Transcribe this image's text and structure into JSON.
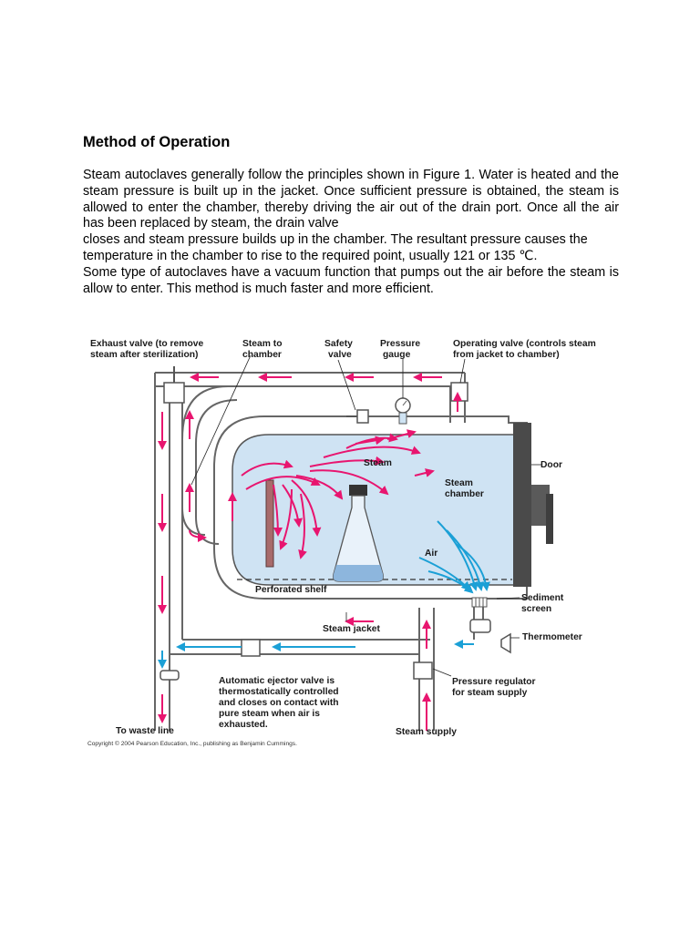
{
  "heading": "Method of Operation",
  "paragraphs": [
    "Steam autoclaves generally follow the principles shown in Figure 1. Water is heated and the steam pressure is built up in the jacket. Once sufficient pressure is obtained, the steam is allowed to enter the chamber, thereby driving the air out of the drain port. Once all the air has been replaced by steam, the drain valve",
    "closes and steam pressure builds up in the chamber. The resultant pressure causes the temperature in the chamber to rise to the required point, usually 121 or 135 ℃.",
    "Some type of autoclaves have a vacuum function that pumps out the air before the steam is allow to enter. This method is much faster and more efficient."
  ],
  "figure": {
    "labels": {
      "exhaust_valve_1": "Exhaust valve (to remove",
      "exhaust_valve_2": "steam after sterilization)",
      "steam_to_chamber_1": "Steam to",
      "steam_to_chamber_2": "chamber",
      "safety_valve_1": "Safety",
      "safety_valve_2": "valve",
      "pressure_gauge_1": "Pressure",
      "pressure_gauge_2": "gauge",
      "operating_valve_1": "Operating valve (controls steam",
      "operating_valve_2": "from jacket to chamber)",
      "steam": "Steam",
      "steam_chamber_1": "Steam",
      "steam_chamber_2": "chamber",
      "door": "Door",
      "air": "Air",
      "perforated_shelf": "Perforated shelf",
      "sediment_screen_1": "Sediment",
      "sediment_screen_2": "screen",
      "steam_jacket": "Steam jacket",
      "thermometer": "Thermometer",
      "ejector_1": "Automatic ejector valve is",
      "ejector_2": "thermostatically controlled",
      "ejector_3": "and closes on contact with",
      "ejector_4": "pure steam when air is",
      "ejector_5": "exhausted.",
      "pressure_regulator_1": "Pressure regulator",
      "pressure_regulator_2": "for steam supply",
      "to_waste_line": "To waste line",
      "steam_supply": "Steam supply"
    },
    "colors": {
      "steam": "#e8156f",
      "air": "#1ba0d6",
      "chamber": "#cfe3f3",
      "door": "#4a4a4a",
      "pipe": "#555555"
    }
  },
  "copyright": "Copyright © 2004 Pearson Education, Inc., publishing as Benjamin Cummings."
}
